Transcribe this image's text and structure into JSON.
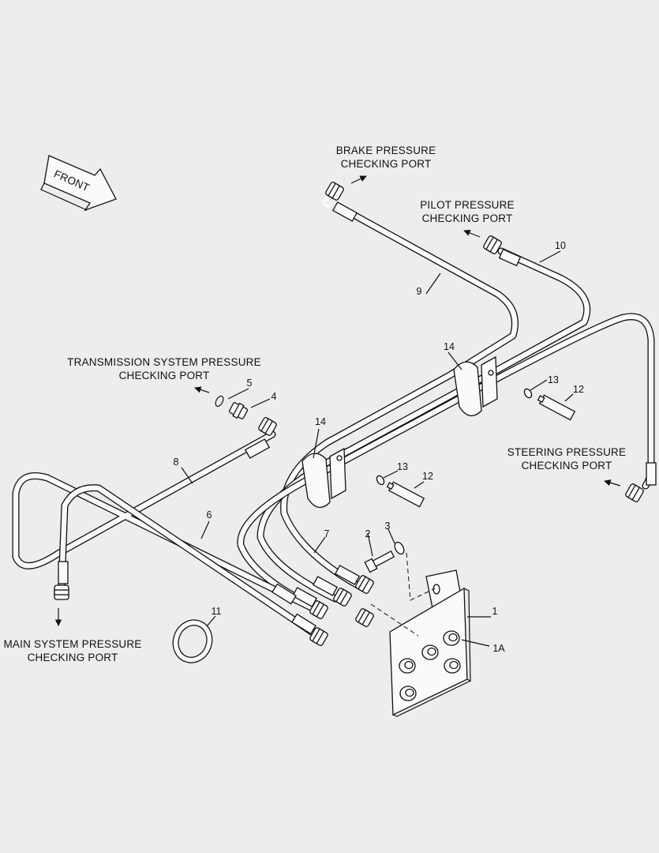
{
  "front_arrow": {
    "label": "FRONT"
  },
  "callouts": {
    "brake": [
      "BRAKE PRESSURE",
      "CHECKING PORT"
    ],
    "pilot": [
      "PILOT PRESSURE",
      "CHECKING PORT"
    ],
    "transmission": [
      "TRANSMISSION SYSTEM PRESSURE",
      "CHECKING PORT"
    ],
    "steering": [
      "STEERING PRESSURE",
      "CHECKING PORT"
    ],
    "main": [
      "MAIN SYSTEM PRESSURE",
      "CHECKING PORT"
    ]
  },
  "part_numbers": {
    "p1": "1",
    "p1a": "1A",
    "p2": "2",
    "p3": "3",
    "p4": "4",
    "p5": "5",
    "p6": "6",
    "p7": "7",
    "p8": "8",
    "p9": "9",
    "p10": "10",
    "p11": "11",
    "p12a": "12",
    "p12b": "12",
    "p13a": "13",
    "p13b": "13",
    "p14a": "14",
    "p14b": "14"
  }
}
